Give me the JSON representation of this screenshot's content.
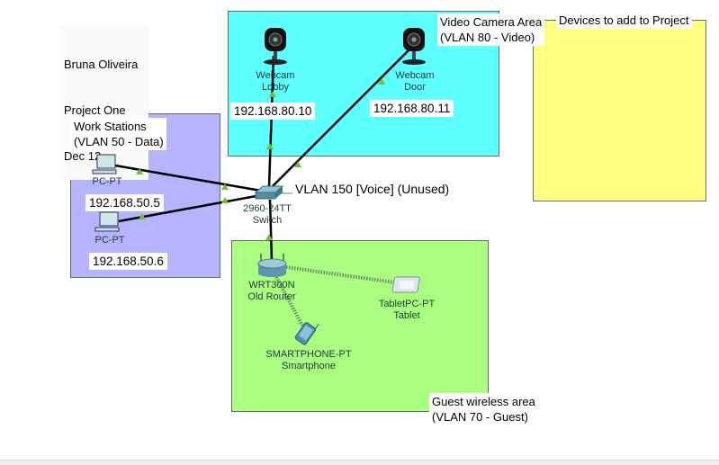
{
  "note": {
    "lines": [
      "Bruna Oliveira",
      "Project One",
      "Dec 12"
    ]
  },
  "areas": {
    "video": {
      "title": "Video Camera Area\n(VLAN 80 - Video)",
      "color": "#5effff"
    },
    "devices_to_add": {
      "title": "Devices to add to Project",
      "color": "#ffff80"
    },
    "workstations": {
      "title": "Work Stations\n(VLAN 50 - Data)",
      "color": "#b4b4ff"
    },
    "guest": {
      "title": "Guest wireless area\n(VLAN 70 - Guest)",
      "color": "#aaff80"
    }
  },
  "devices": {
    "webcam_lobby": {
      "label": "Webcam\nLobby",
      "ip": "192.168.80.10"
    },
    "webcam_door": {
      "label": "Webcam\nDoor",
      "ip": "192.168.80.11"
    },
    "pc1": {
      "label": "PC-PT",
      "ip": "192.168.50.5"
    },
    "pc2": {
      "label": "PC-PT",
      "ip": "192.168.50.6"
    },
    "switch": {
      "label": "2960-24TT\nSwitch",
      "note": "VLAN 150 [Voice] (Unused)"
    },
    "router": {
      "label": "WRT300N\nOld Router"
    },
    "tablet": {
      "label": "TabletPC-PT\nTablet"
    },
    "smartphone": {
      "label": "SMARTPHONE-PT\nSmartphone"
    }
  },
  "link_status_color": "#6fbf3a"
}
